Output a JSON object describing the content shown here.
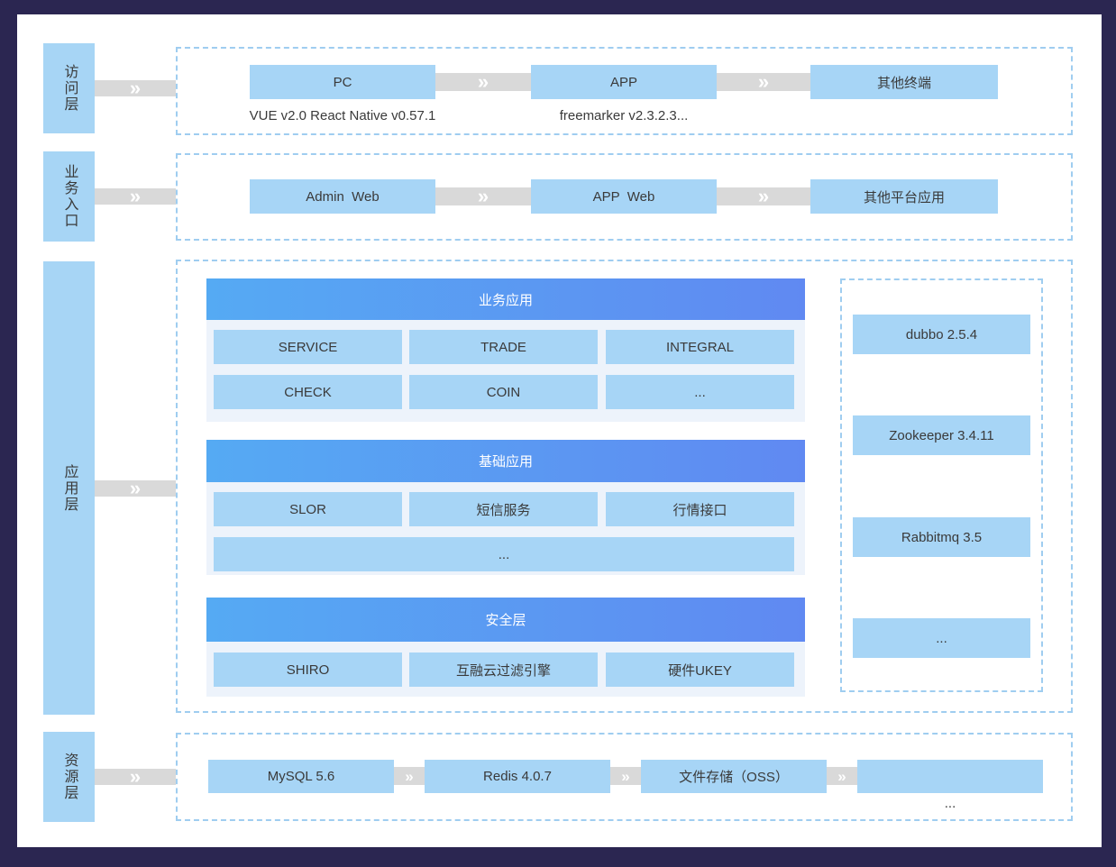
{
  "icons": {
    "chevron": "»"
  },
  "colors": {
    "frame": "#2b2651",
    "canvas": "#ffffff",
    "node_blue": "#a7d5f6",
    "sidebar_blue": "#a7d5f5",
    "dashed_border": "#9fcdf0",
    "connector_gray": "#d9d9d9",
    "section_bg": "#edf3fb",
    "header_gradient_start": "#55aaf3",
    "header_gradient_end": "#6089f2",
    "text": "#3a3a3a"
  },
  "layers": {
    "access": {
      "label": "访问层",
      "boxes": [
        "PC",
        "APP",
        "其他终端"
      ],
      "captions": [
        "VUE v2.0 React Native v0.57.1",
        "freemarker v2.3.2.3..."
      ]
    },
    "entry": {
      "label": "业务入口",
      "boxes": [
        "Admin  Web",
        "APP  Web",
        "其他平台应用"
      ]
    },
    "app": {
      "label": "应用层",
      "sections": [
        {
          "title": "业务应用",
          "cells": [
            "SERVICE",
            "TRADE",
            "INTEGRAL",
            "CHECK",
            "COIN",
            "..."
          ]
        },
        {
          "title": "基础应用",
          "cells": [
            "SLOR",
            "短信服务",
            "行情接口"
          ],
          "wide_cell": "..."
        },
        {
          "title": "安全层",
          "cells": [
            "SHIRO",
            "互融云过滤引擎",
            "硬件UKEY"
          ]
        }
      ],
      "middleware": [
        "dubbo 2.5.4",
        "Zookeeper 3.4.11",
        "Rabbitmq 3.5",
        "..."
      ]
    },
    "resource": {
      "label": "资源层",
      "boxes": [
        "MySQL 5.6",
        "Redis 4.0.7",
        "文件存储（OSS）",
        ""
      ],
      "caption": "..."
    }
  }
}
